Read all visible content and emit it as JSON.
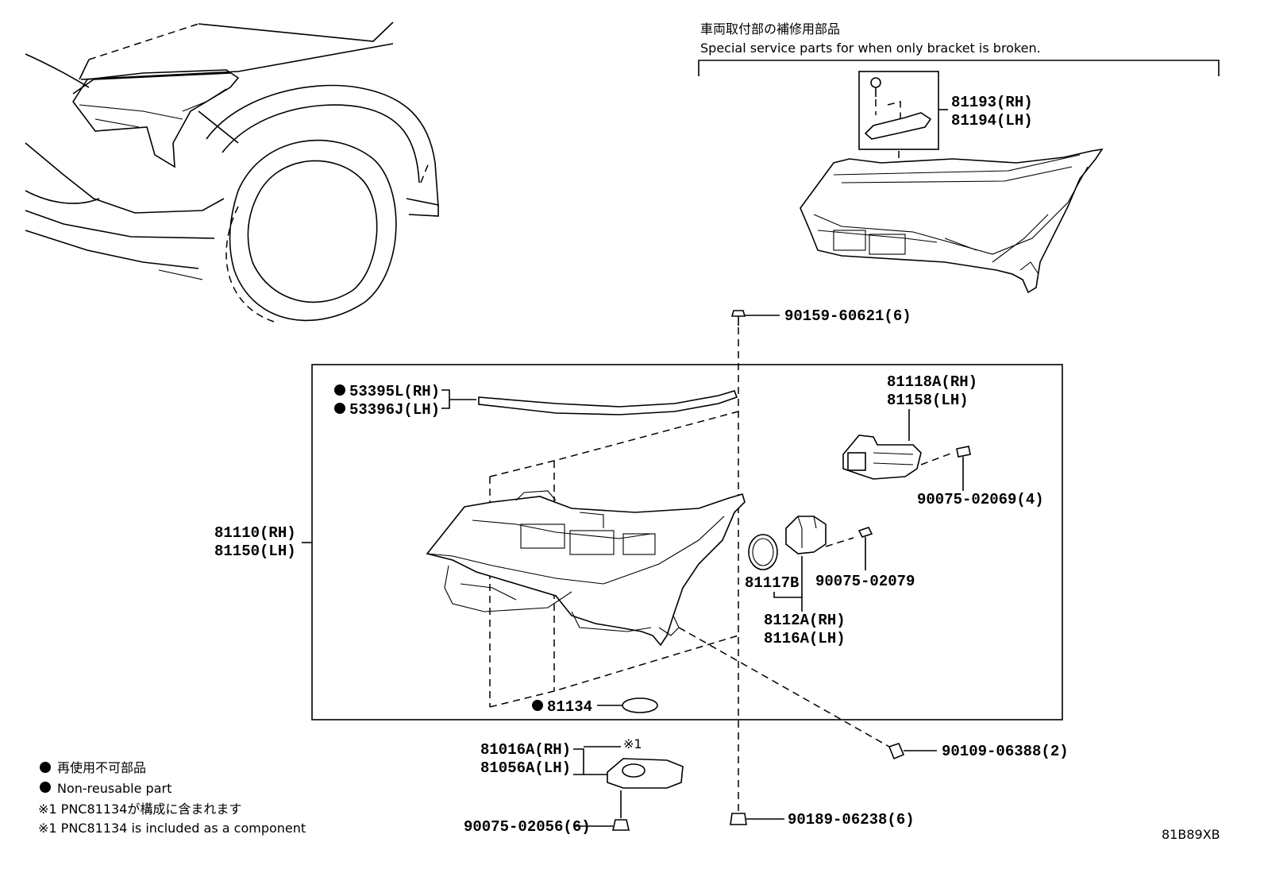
{
  "header": {
    "jp_title": "車両取付部の補修用部品",
    "en_title": "Special service parts for when only bracket is broken."
  },
  "parts": {
    "p81193": "81193(RH)",
    "p81194": "81194(LH)",
    "p90159": "90159-60621(6)",
    "p53395": "53395L(RH)",
    "p53396": "53396J(LH)",
    "p81118": "81118A(RH)",
    "p81158": "81158(LH)",
    "p90075_02069": "90075-02069(4)",
    "p81110": "81110(RH)",
    "p81150": "81150(LH)",
    "p81117": "81117B",
    "p90075_02079": "90075-02079",
    "p8112": "8112A(RH)",
    "p8116": "8116A(LH)",
    "p81134": "81134",
    "p90109": "90109-06388(2)",
    "p81016": "81016A(RH)",
    "p81056": "81056A(LH)",
    "mark1": "※1",
    "p90075_02056": "90075-02056(6)",
    "p90189": "90189-06238(6)"
  },
  "legend": {
    "jp_nonreusable": "再使用不可部品",
    "en_nonreusable": "Non-reusable part",
    "jp_note": "※1 PNC81134が構成に含まれます",
    "en_note": "※1 PNC81134 is included as a component"
  },
  "diagram_code": "81B89XB"
}
